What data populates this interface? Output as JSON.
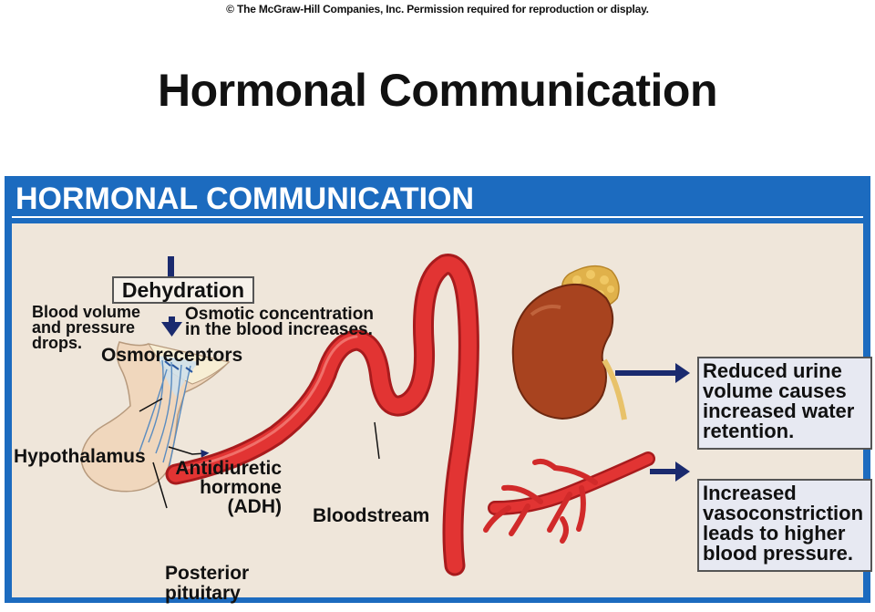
{
  "copyright": "© The McGraw-Hill Companies, Inc. Permission required for reproduction or display.",
  "title": "Hormonal Communication",
  "panel": {
    "heading": "HORMONAL COMMUNICATION",
    "dehydration": "Dehydration",
    "blood_volume": [
      "Blood volume",
      "and pressure",
      "drops."
    ],
    "osmotic": [
      "Osmotic concentration",
      "in the blood increases."
    ],
    "osmoreceptors": "Osmoreceptors",
    "hypothalamus": "Hypothalamus",
    "adh": [
      "Antidiuretic",
      "hormone",
      "(ADH)"
    ],
    "bloodstream": "Bloodstream",
    "posterior_pituitary": [
      "Posterior",
      "pituitary"
    ],
    "result_kidney": [
      "Reduced urine",
      "volume causes",
      "increased water",
      "retention."
    ],
    "result_vessels": [
      "Increased",
      "vasoconstriction",
      "leads to higher",
      "blood pressure."
    ]
  },
  "colors": {
    "panel_blue": "#1c6bbf",
    "panel_bg": "#efe6da",
    "arrow_navy": "#1a2a6e",
    "vessel_red": "#d8282a",
    "kidney_brown": "#a8431f",
    "adrenal_yellow": "#e0b14a"
  }
}
